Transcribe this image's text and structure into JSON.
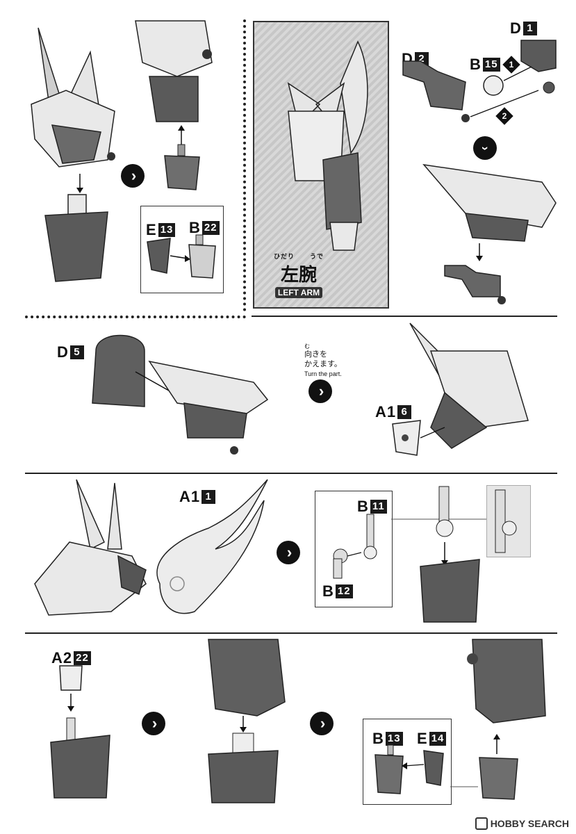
{
  "banner": {
    "ruby_left": "ひだり",
    "ruby_right": "うで",
    "title_ja": "左腕",
    "title_en": "LEFT ARM"
  },
  "parts": {
    "p_e13_top": {
      "letter": "E",
      "num": "13"
    },
    "p_b22": {
      "letter": "B",
      "num": "22"
    },
    "p_d1": {
      "letter": "D",
      "num": "1"
    },
    "p_d2": {
      "letter": "D",
      "num": "2"
    },
    "p_b15": {
      "letter": "B",
      "num": "15"
    },
    "p_d5": {
      "letter": "D",
      "num": "5"
    },
    "p_a16": {
      "letter": "A1",
      "num": "6"
    },
    "p_a11": {
      "letter": "A1",
      "num": "1"
    },
    "p_b11": {
      "letter": "B",
      "num": "11"
    },
    "p_b12": {
      "letter": "B",
      "num": "12"
    },
    "p_a222": {
      "letter": "A2",
      "num": "22"
    },
    "p_b13": {
      "letter": "B",
      "num": "13"
    },
    "p_e14": {
      "letter": "E",
      "num": "14"
    }
  },
  "steps": {
    "one": "1",
    "two": "2"
  },
  "note": {
    "ruby": "む",
    "line1": "向きを",
    "line2": "かえます。",
    "line3": "Turn the part."
  },
  "watermark": {
    "text": "HOBBY SEARCH"
  },
  "colors": {
    "dark_part": "#555555",
    "light_part": "#e9e9e9",
    "mid_part": "#8a8a8a"
  }
}
